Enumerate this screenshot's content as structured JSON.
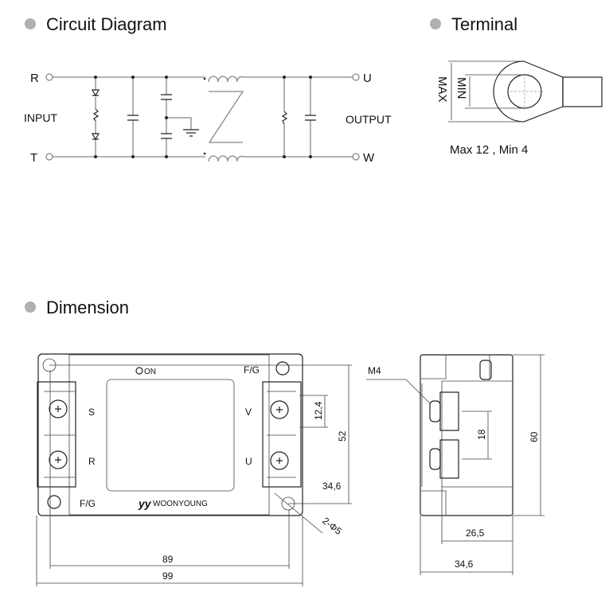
{
  "sections": {
    "circuit": "Circuit Diagram",
    "terminal": "Terminal",
    "dimension": "Dimension"
  },
  "circuit": {
    "in_top": "R",
    "in_bottom": "T",
    "input": "INPUT",
    "out_top": "U",
    "out_bottom": "W",
    "output": "OUTPUT"
  },
  "terminal": {
    "max_label": "MAX",
    "min_label": "MIN",
    "spec": "Max 12 , Min 4"
  },
  "front": {
    "on": "ON",
    "fg_top": "F/G",
    "fg_bottom": "F/G",
    "s": "S",
    "r": "R",
    "v": "V",
    "u": "U",
    "brand": "WOONYOUNG",
    "dim_pitch": "12,4",
    "dim_height": "52",
    "dim_offset": "34,6",
    "dim_holes": "2-Φ5",
    "dim_hole_span": "89",
    "dim_width": "99"
  },
  "side": {
    "screw": "M4",
    "dim_pitch": "18",
    "dim_height": "60",
    "dim_depth_inner": "26,5",
    "dim_depth": "34,6"
  },
  "colors": {
    "bullet": "#b0b0b0",
    "wire": "#888888"
  }
}
